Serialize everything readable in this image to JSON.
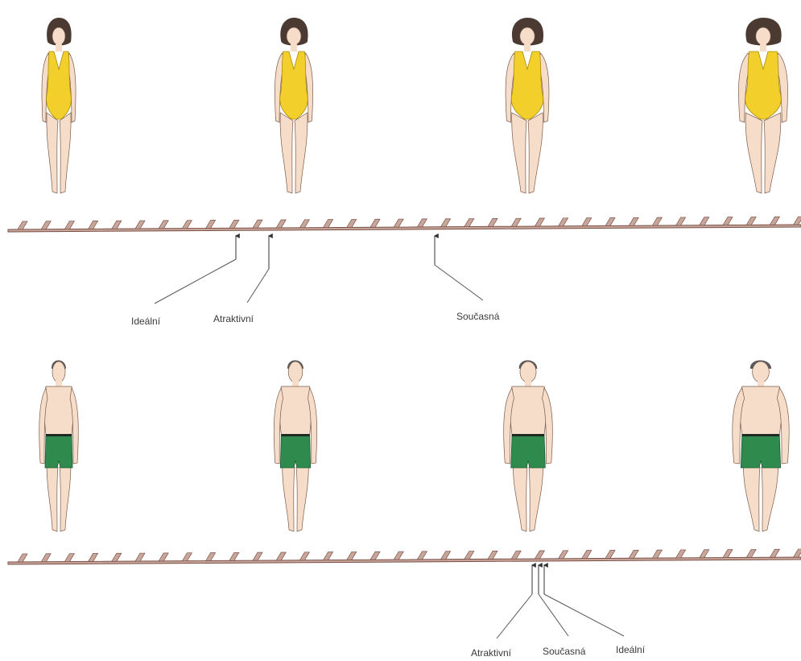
{
  "colors": {
    "swimsuit": "#f2cf2a",
    "swimsuit_shade": "#e8b61a",
    "trunks": "#2f8a4e",
    "trunks_waistband": "#1f2a22",
    "skin": "#f6ddc9",
    "skin_outline": "#7a5a4a",
    "hair_female": "#4a3a32",
    "hair_male": "#5a5a5a",
    "ruler_fill": "#c9a69a",
    "ruler_line": "#7a5048"
  },
  "female_scale": {
    "figures": [
      {
        "name": "female-figure-1",
        "build": "slim"
      },
      {
        "name": "female-figure-2",
        "build": "average"
      },
      {
        "name": "female-figure-3",
        "build": "heavier"
      },
      {
        "name": "female-figure-4",
        "build": "heaviest"
      }
    ],
    "markers": [
      {
        "label": "Ideální"
      },
      {
        "label": "Atraktivní"
      },
      {
        "label": "Současná"
      }
    ]
  },
  "male_scale": {
    "figures": [
      {
        "name": "male-figure-1",
        "build": "slim"
      },
      {
        "name": "male-figure-2",
        "build": "average"
      },
      {
        "name": "male-figure-3",
        "build": "heavier"
      },
      {
        "name": "male-figure-4",
        "build": "heaviest"
      }
    ],
    "markers": [
      {
        "label": "Atraktivní"
      },
      {
        "label": "Současná"
      },
      {
        "label": "Ideální"
      }
    ]
  }
}
